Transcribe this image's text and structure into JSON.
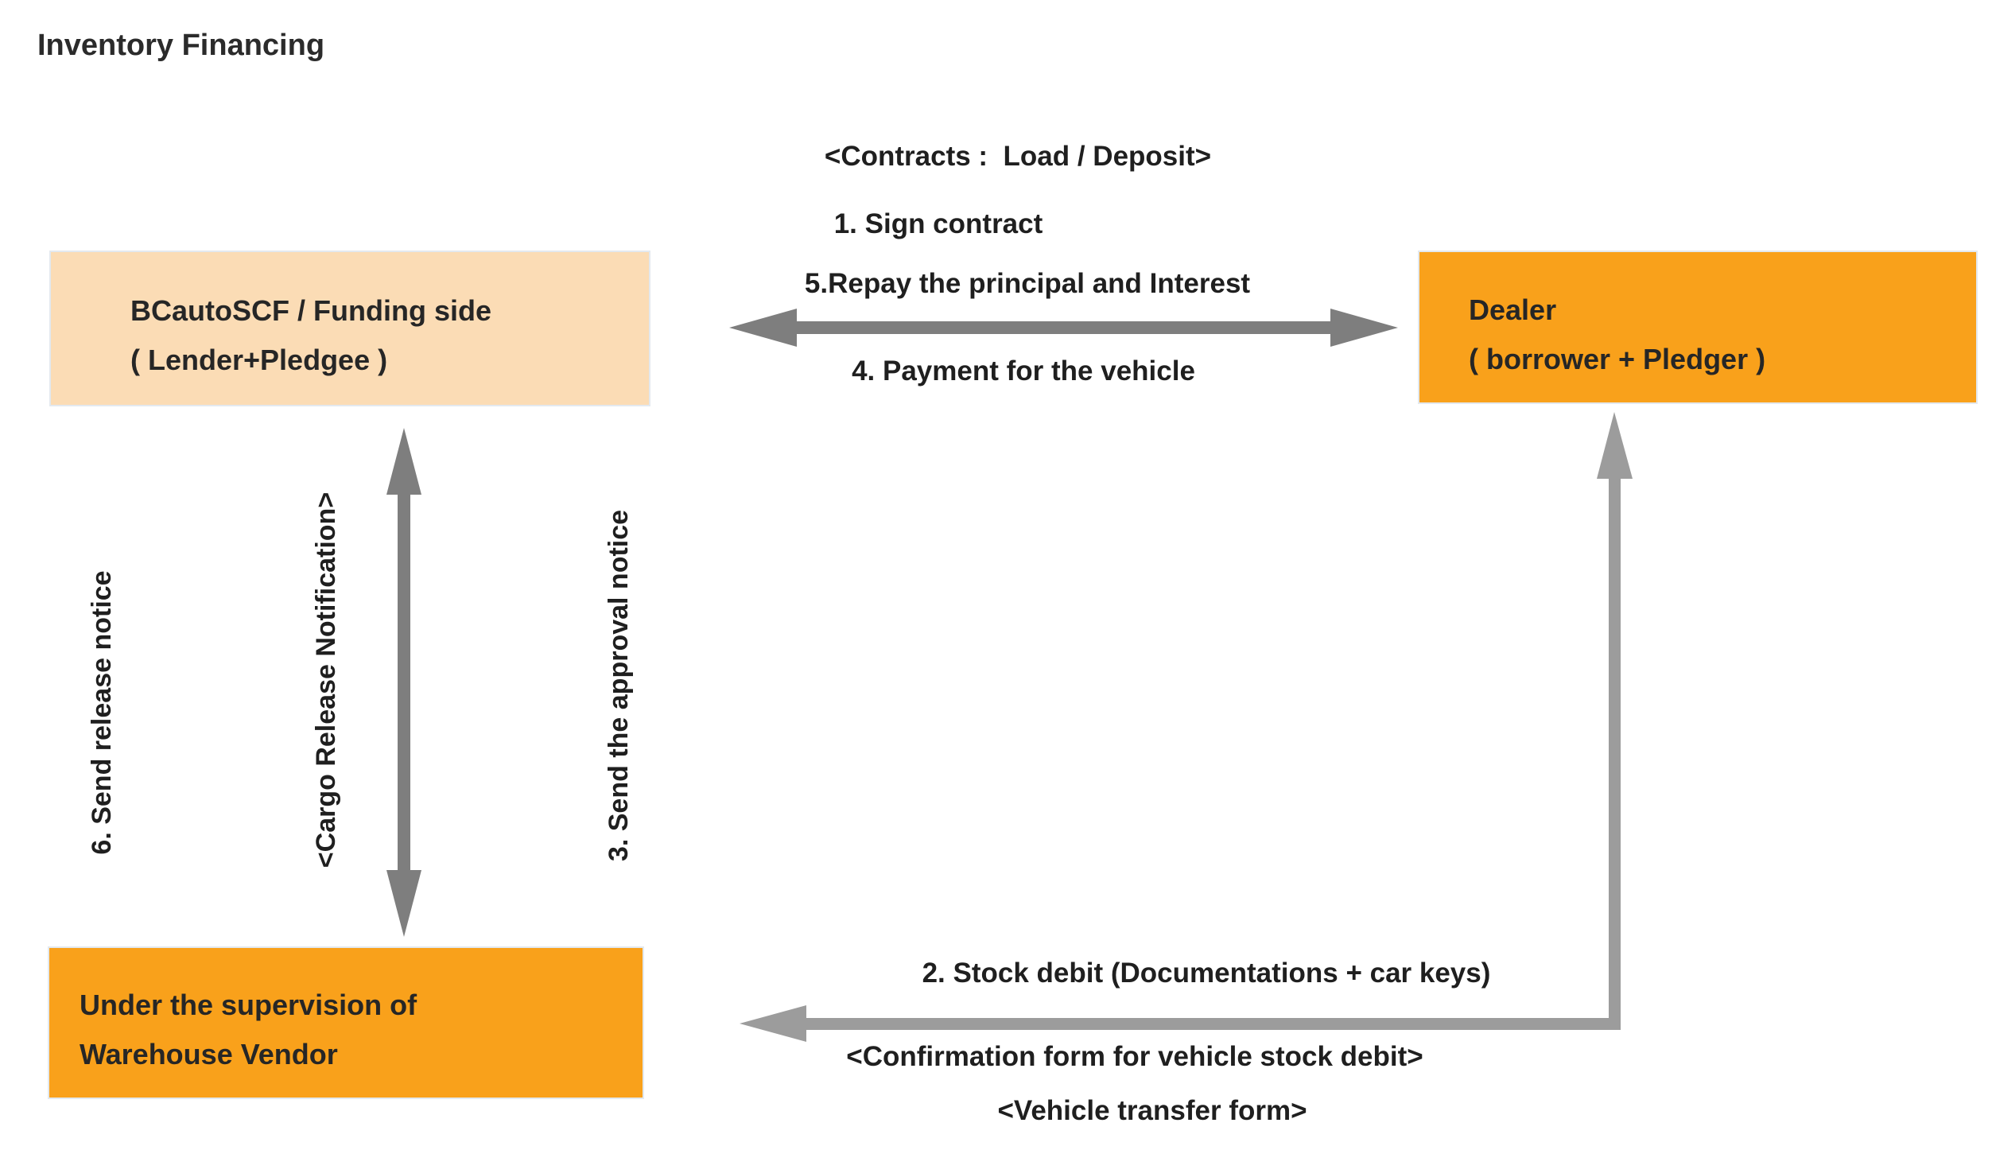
{
  "title": "Inventory Financing",
  "colors": {
    "node_orange": "#F9A11B",
    "node_peach": "#FBDCB5",
    "double_arrow_gray": "#7E7E7E",
    "stock_arrow_gray": "#9C9C9C",
    "text": "#222222"
  },
  "nodes": {
    "funding": {
      "line1": "BCautoSCF / Funding side",
      "line2": "( Lender+Pledgee )"
    },
    "dealer": {
      "line1": "Dealer",
      "line2": "( borrower + Pledger )"
    },
    "warehouse": {
      "line1": "Under the supervision of",
      "line2": "Warehouse Vendor"
    }
  },
  "edges": {
    "contract_flow": {
      "header": "<Contracts :  Load / Deposit>",
      "step1": "1. Sign contract",
      "step5": "5.Repay the principal and Interest",
      "step4": "4. Payment for the vehicle"
    },
    "release_flow": {
      "step6": "6. Send release notice",
      "document": "<Cargo Release Notification>",
      "step3": "3. Send the approval notice"
    },
    "stock_flow": {
      "step2": "2. Stock debit (Documentations + car keys)",
      "document1": "<Confirmation form for vehicle stock debit>",
      "document2": "<Vehicle transfer form>"
    }
  }
}
